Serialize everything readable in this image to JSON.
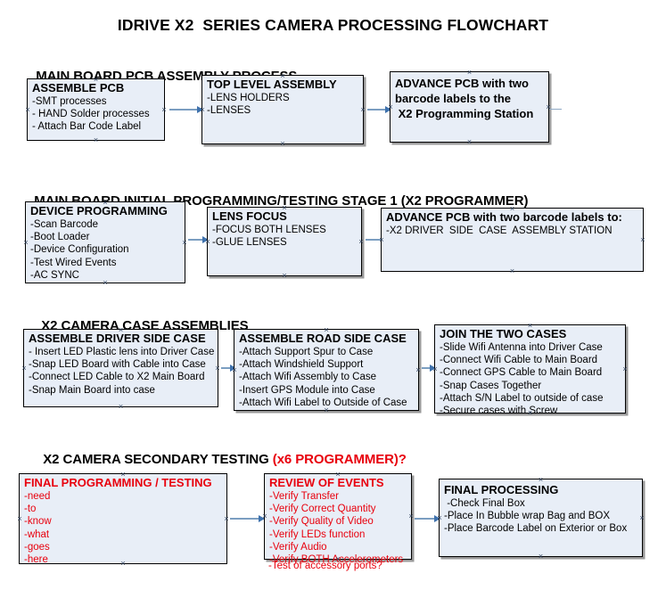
{
  "title": "IDRIVE X2  SERIES CAMERA PROCESSING FLOWCHART",
  "colors": {
    "box_fill": "#e8eef7",
    "box_border": "#000000",
    "accent_red": "#e8000d",
    "arrow": "#7b9ec1",
    "arrow_head": "#3f72ad",
    "shadow": "#9a9a9a"
  },
  "chart_data": {
    "type": "diagram",
    "title": "IDRIVE X2  SERIES CAMERA PROCESSING FLOWCHART",
    "layout": "four horizontal swimlane rows, each with three process boxes linked left-to-right by arrows",
    "sections": [
      {
        "header": "MAIN BOARD PCB ASSEMBLY PROCESS",
        "header_accent": "",
        "nodes": [
          {
            "title": "ASSEMBLE PCB",
            "lines": [
              "-SMT processes",
              "- HAND Solder processes",
              "- Attach Bar Code Label"
            ]
          },
          {
            "title": "TOP LEVEL ASSEMBLY",
            "lines": [
              "-LENS HOLDERS",
              "-LENSES"
            ]
          },
          {
            "title": "ADVANCE PCB with two\nbarcode labels to the\n X2 Programming Station",
            "lines": []
          }
        ]
      },
      {
        "header": "MAIN BOARD INITIAL PROGRAMMING/TESTING STAGE 1 (X2 PROGRAMMER)",
        "header_accent": "",
        "nodes": [
          {
            "title": "DEVICE PROGRAMMING",
            "lines": [
              "-Scan Barcode",
              "-Boot Loader",
              "-Device Configuration",
              "-Test Wired Events",
              "-AC SYNC"
            ]
          },
          {
            "title": "LENS FOCUS",
            "lines": [
              "-FOCUS BOTH LENSES",
              "-GLUE LENSES"
            ]
          },
          {
            "title": "ADVANCE PCB with two barcode labels to:",
            "lines": [
              "-X2 DRIVER  SIDE  CASE  ASSEMBLY STATION"
            ]
          }
        ]
      },
      {
        "header": "X2 CAMERA CASE ASSEMBLIES",
        "header_accent": "",
        "nodes": [
          {
            "title": "ASSEMBLE DRIVER SIDE CASE",
            "lines": [
              "- Insert LED Plastic lens into Driver Case",
              "-Snap LED Board with Cable into Case",
              "-Connect LED Cable to X2 Main Board",
              "-Snap Main Board into case"
            ]
          },
          {
            "title": "ASSEMBLE ROAD SIDE CASE",
            "lines": [
              "-Attach Support Spur to Case",
              "-Attach Windshield Support",
              "-Attach Wifi Assembly to Case",
              "-Insert GPS Module into Case",
              "-Attach Wifi Label to Outside of Case"
            ]
          },
          {
            "title": "JOIN THE TWO CASES",
            "lines": [
              "-Slide Wifi Antenna into Driver Case",
              "-Connect Wifi Cable to Main Board",
              "-Connect GPS Cable to Main Board",
              "-Snap Cases Together",
              "-Attach S/N Label to outside of case",
              "-Secure cases with Screw"
            ]
          }
        ]
      },
      {
        "header": "X2 CAMERA SECONDARY TESTING ",
        "header_accent": "(x6 PROGRAMMER)?",
        "nodes": [
          {
            "title": "FINAL PROGRAMMING / TESTING",
            "lines": [
              "-need",
              "-to",
              "-know",
              "-what",
              "-goes",
              "-here"
            ]
          },
          {
            "title": "REVIEW OF EVENTS",
            "lines": [
              "-Verify Transfer",
              "-Verify Correct Quantity",
              "-Verify Quality of Video",
              "-Verify LEDs function",
              "-Verify Audio",
              "-Verify BOTH Accelerometers",
              "-Test of accessory ports?"
            ]
          },
          {
            "title": "FINAL PROCESSING",
            "lines": [
              " -Check Final Box",
              "-Place In Bubble wrap Bag and BOX",
              "-Place Barcode Label on Exterior or Box"
            ]
          }
        ]
      }
    ]
  }
}
